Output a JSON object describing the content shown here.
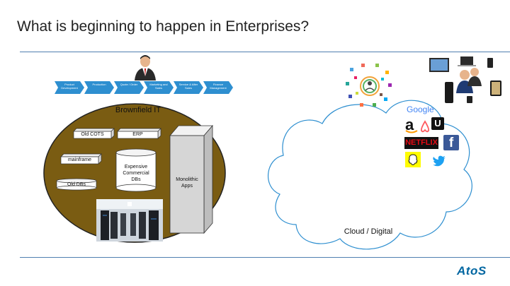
{
  "slide": {
    "title": "What is beginning to happen in Enterprises?",
    "logo_text": "AtoS"
  },
  "process_chain": [
    "Product Development",
    "Production",
    "Quote / Order",
    "Marketing and Sales",
    "Service & After Sales",
    "Finance Management"
  ],
  "brownfield": {
    "title": "Brownfield IT",
    "boxes": [
      "Old COTS",
      "ERP",
      "mainframe",
      "Old DBs"
    ],
    "db_label": "Expensive Commercial DBs",
    "tower_label": "Monolithic Apps"
  },
  "cloud": {
    "label": "Cloud / Digital",
    "brands": [
      "Google",
      "a",
      "U",
      "NETFLIX",
      "f"
    ]
  },
  "colors": {
    "accent_line": "#4f7fb0",
    "chevron": "#2e8fd0",
    "ellipse_fill": "#7a5c12",
    "logo": "#0066a1"
  },
  "icons": [
    "businessman-icon",
    "device-cluster-icon",
    "users-icon",
    "airbnb-icon",
    "snapchat-icon",
    "twitter-icon"
  ]
}
